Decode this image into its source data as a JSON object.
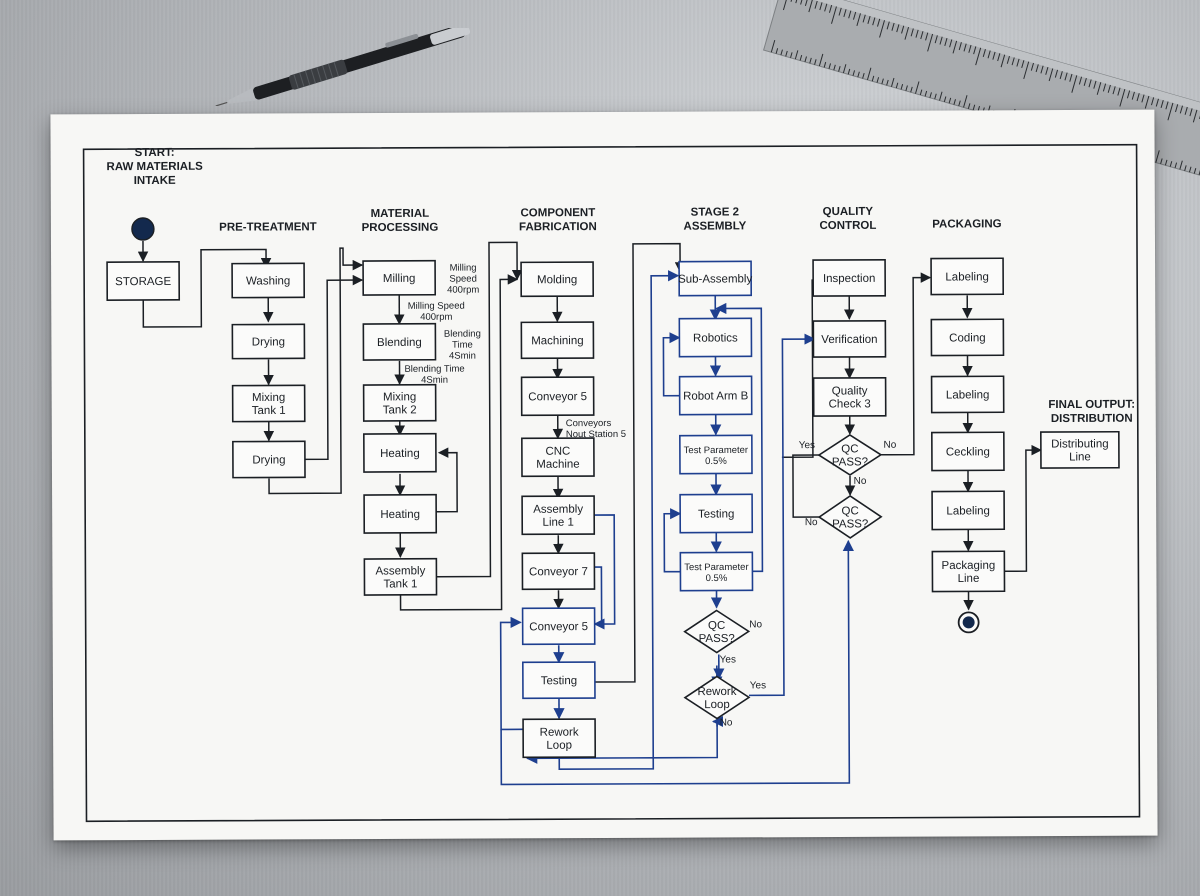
{
  "headers": {
    "start": [
      "START:",
      "RAW MATERIALS",
      "INTAKE"
    ],
    "pretreatment": [
      "PRE-TREATMENT"
    ],
    "material": [
      "MATERIAL",
      "PROCESSING"
    ],
    "component": [
      "COMPONENT",
      "FABRICATION"
    ],
    "stage2": [
      "STAGE 2",
      "ASSEMBLY"
    ],
    "quality": [
      "QUALITY",
      "CONTROL"
    ],
    "packaging": [
      "PACKAGING"
    ],
    "final": [
      "FINAL OUTPUT:",
      "DISTRIBUTION"
    ]
  },
  "nodes": {
    "storage": [
      "STORAGE"
    ],
    "washing": [
      "Washing"
    ],
    "drying1": [
      "Drying"
    ],
    "mixing1": [
      "Mixing",
      "Tank 1"
    ],
    "drying2": [
      "Drying"
    ],
    "milling": [
      "Milling"
    ],
    "blending": [
      "Blending"
    ],
    "mixing2": [
      "Mixing",
      "Tank 2"
    ],
    "heating1": [
      "Heating"
    ],
    "heating2": [
      "Heating"
    ],
    "assemblytank": [
      "Assembly",
      "Tank 1"
    ],
    "molding": [
      "Molding"
    ],
    "machining": [
      "Machining"
    ],
    "conveyor5a": [
      "Conveyor 5"
    ],
    "cnc": [
      "CNC",
      "Machine"
    ],
    "assemblyline": [
      "Assembly",
      "Line 1"
    ],
    "conveyor7": [
      "Conveyor 7"
    ],
    "conveyor5b": [
      "Conveyor 5"
    ],
    "testing1": [
      "Testing"
    ],
    "rework1": [
      "Rework",
      "Loop"
    ],
    "subassembly": [
      "Sub-Assembly"
    ],
    "robotics": [
      "Robotics"
    ],
    "robotarm": [
      "Robot Arm B"
    ],
    "testparam1": [
      "Test Parameter",
      "0.5%"
    ],
    "testing2": [
      "Testing"
    ],
    "testparam2": [
      "Test Parameter",
      "0.5%"
    ],
    "qcpass1": [
      "QC",
      "PASS?"
    ],
    "rework2": [
      "Rework",
      "Loop"
    ],
    "inspection": [
      "Inspection"
    ],
    "verification": [
      "Verification"
    ],
    "qualitycheck": [
      "Quality",
      "Check 3"
    ],
    "qcpass2": [
      "QC",
      "PASS?"
    ],
    "qcpass3": [
      "QC",
      "PASS?"
    ],
    "labeling1": [
      "Labeling"
    ],
    "coding": [
      "Coding"
    ],
    "labeling2": [
      "Labeling"
    ],
    "ceckling": [
      "Ceckling"
    ],
    "labeling3": [
      "Labeling"
    ],
    "packagingline": [
      "Packaging",
      "Line"
    ],
    "distributing": [
      "Distributing",
      "Line"
    ]
  },
  "notes": {
    "millingSpeed1": [
      "Milling",
      "Speed",
      "400rpm"
    ],
    "millingSpeed2": [
      "Milling Speed",
      "400rpm"
    ],
    "blendingTime1": [
      "Blending",
      "Time",
      "4Smin"
    ],
    "blendingTime2": [
      "Blending Time",
      "4Smin"
    ],
    "conveyors": [
      "Conveyors",
      "Nout Station 5"
    ]
  },
  "edge_labels": {
    "yes": "Yes",
    "no": "No"
  },
  "colors": {
    "line": "#1b1f24",
    "accent_blue": "#1e3f8f",
    "paper": "#f7f7f5"
  }
}
